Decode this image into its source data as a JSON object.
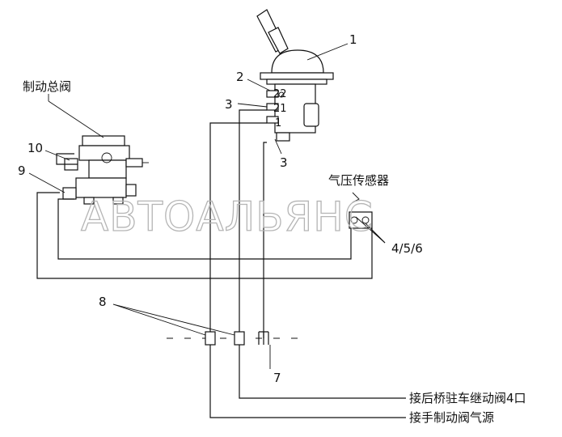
{
  "labels": {
    "brake_master_valve": "制动总阀",
    "air_pressure_sensor": "气压传感器",
    "to_rear_axle_parking_relay": "接后桥驻车继动阀4口",
    "to_hand_brake_air_source": "接手制动阀气源"
  },
  "callouts": {
    "n1": "1",
    "n2": "2",
    "n3a": "3",
    "n3b": "3",
    "n456": "4/5/6",
    "n7": "7",
    "n8": "8",
    "n9": "9",
    "n10": "10"
  },
  "port_marks": {
    "p22": "22",
    "p21": "21",
    "p1": "1"
  },
  "watermark": "АВТОАЛЬЯНС"
}
